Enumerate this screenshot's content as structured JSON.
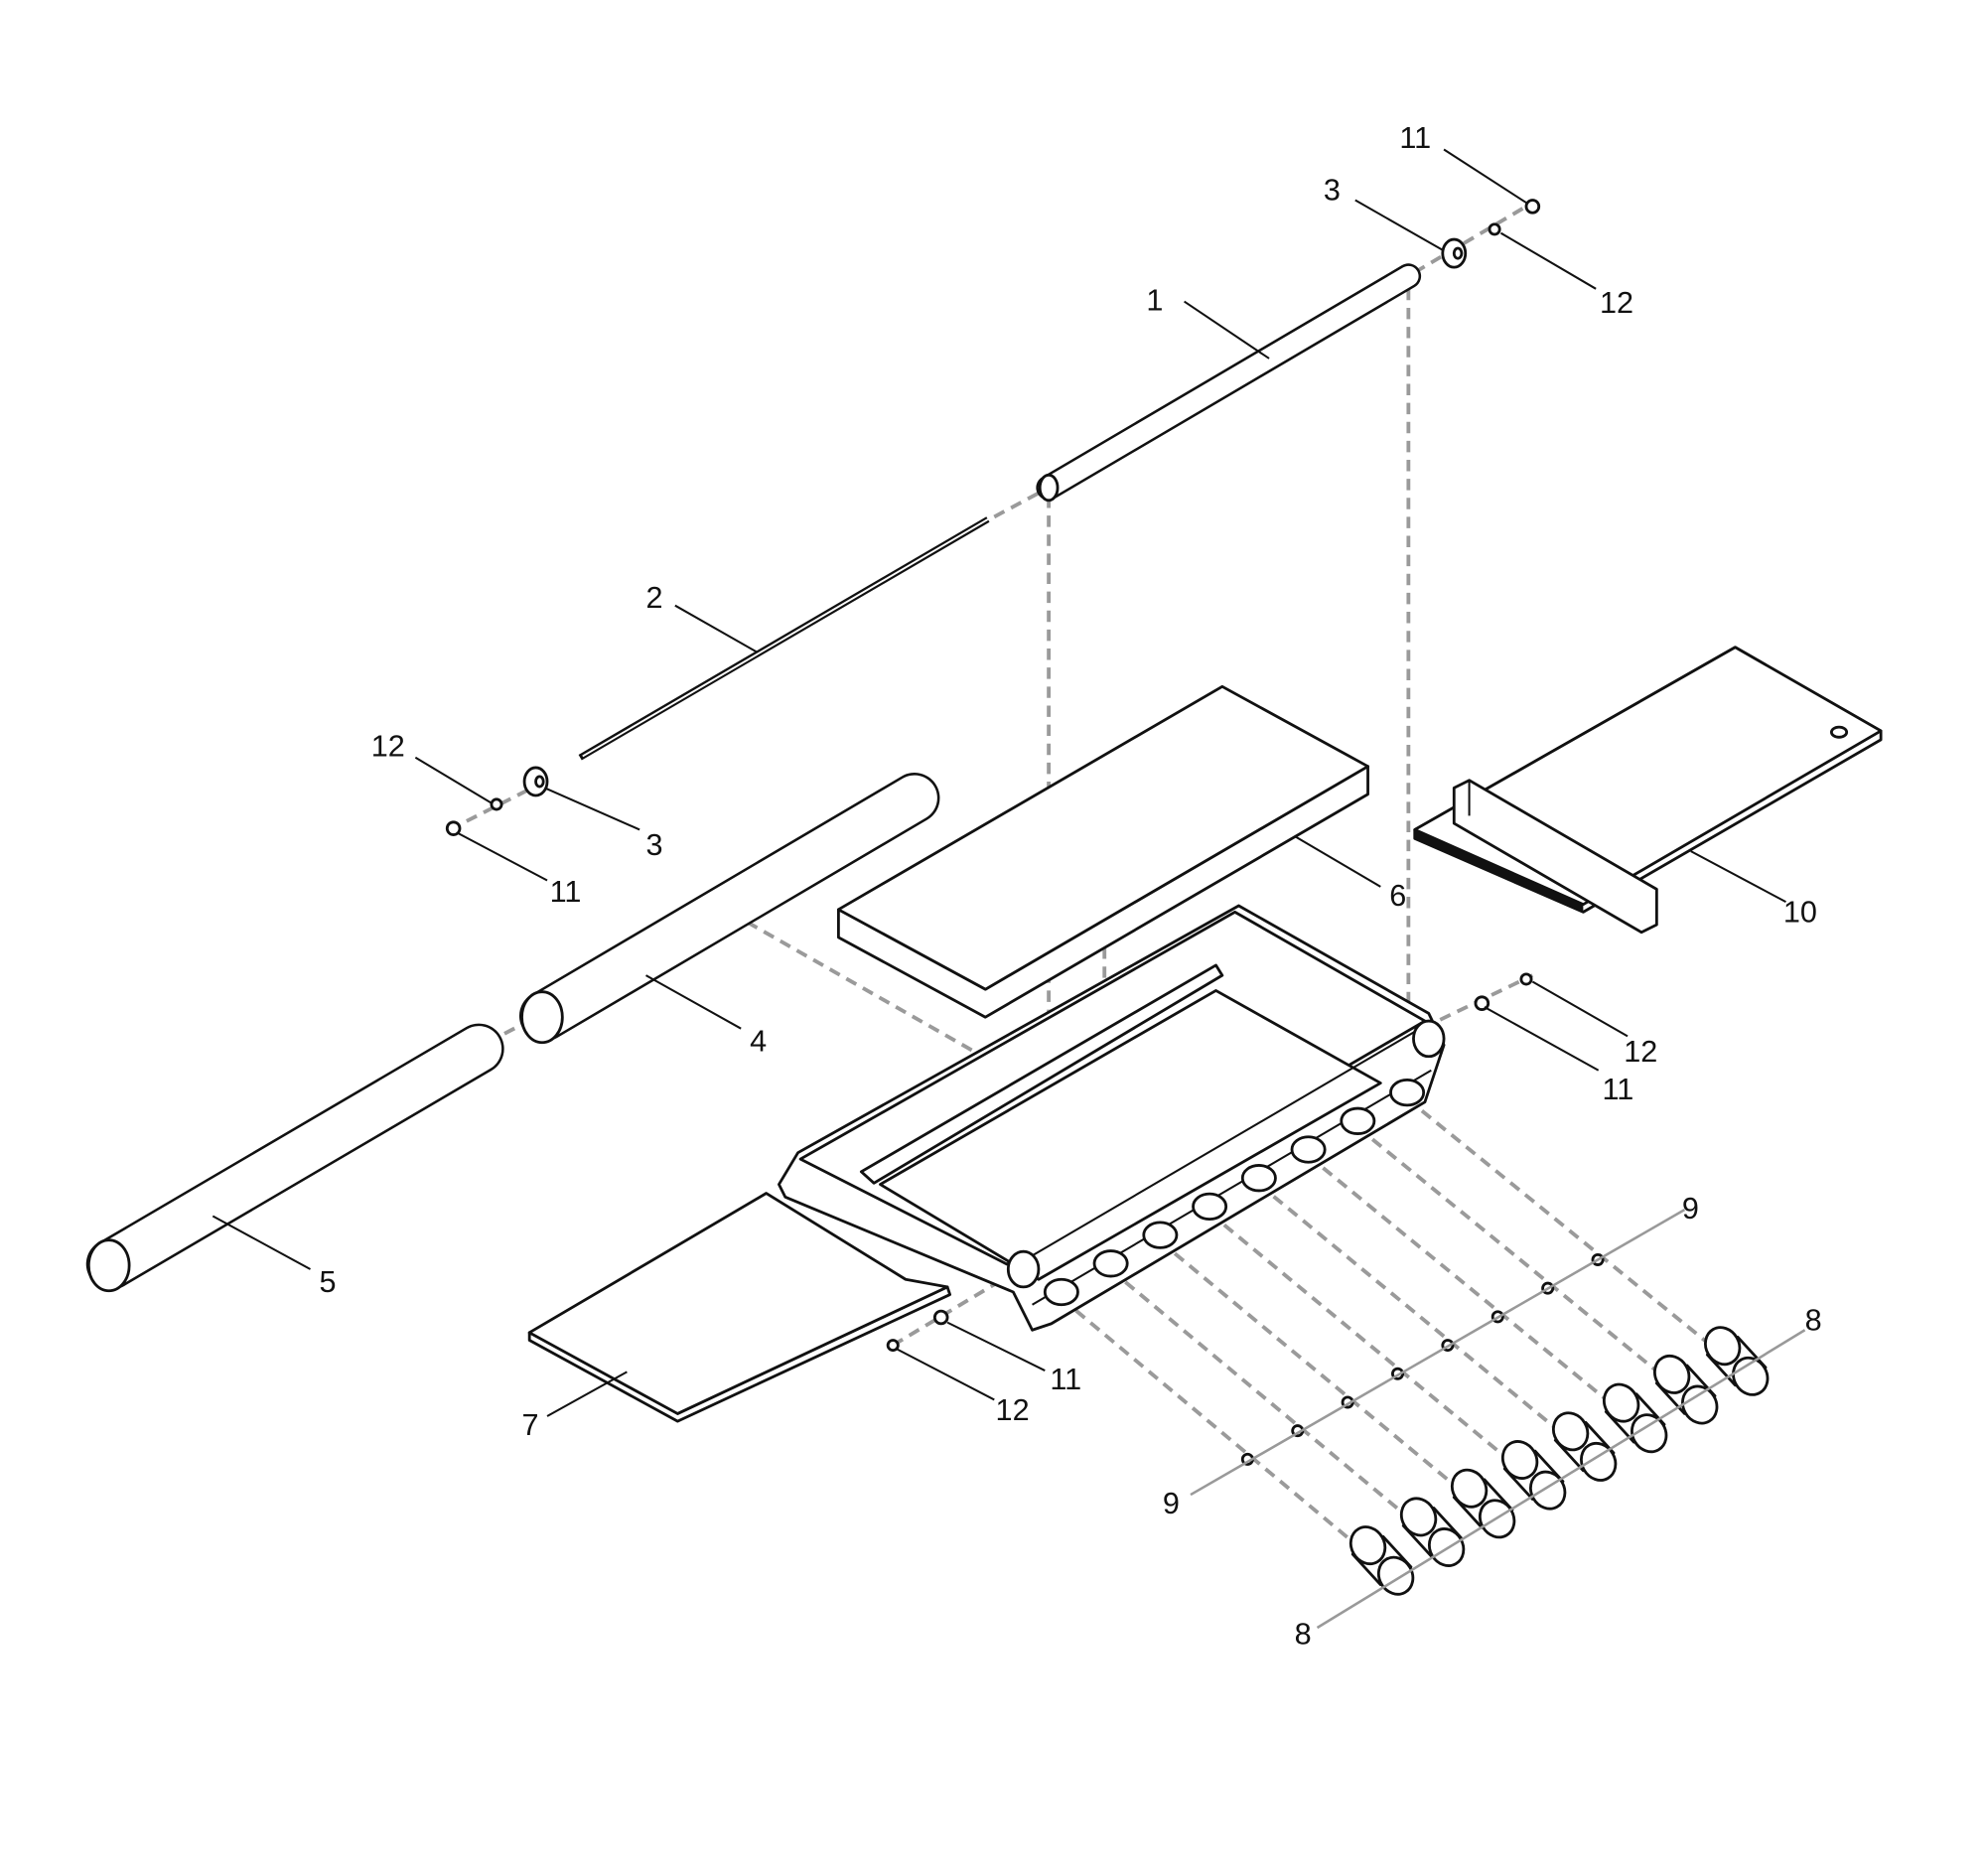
{
  "title": "Exploded parts diagram",
  "callouts": [
    {
      "id": "c1",
      "text": "1"
    },
    {
      "id": "c2",
      "text": "2"
    },
    {
      "id": "c3a",
      "text": "3"
    },
    {
      "id": "c3b",
      "text": "3"
    },
    {
      "id": "c4",
      "text": "4"
    },
    {
      "id": "c5",
      "text": "5"
    },
    {
      "id": "c6",
      "text": "6"
    },
    {
      "id": "c7",
      "text": "7"
    },
    {
      "id": "c8a",
      "text": "8"
    },
    {
      "id": "c8b",
      "text": "8"
    },
    {
      "id": "c9a",
      "text": "9"
    },
    {
      "id": "c9b",
      "text": "9"
    },
    {
      "id": "c10",
      "text": "10"
    },
    {
      "id": "c11a",
      "text": "11"
    },
    {
      "id": "c11b",
      "text": "11"
    },
    {
      "id": "c11c",
      "text": "11"
    },
    {
      "id": "c11d",
      "text": "11"
    },
    {
      "id": "c12a",
      "text": "12"
    },
    {
      "id": "c12b",
      "text": "12"
    },
    {
      "id": "c12c",
      "text": "12"
    },
    {
      "id": "c12d",
      "text": "12"
    }
  ],
  "colors": {
    "line": "#111111",
    "dash": "#9a9a9a",
    "background": "#ffffff"
  }
}
